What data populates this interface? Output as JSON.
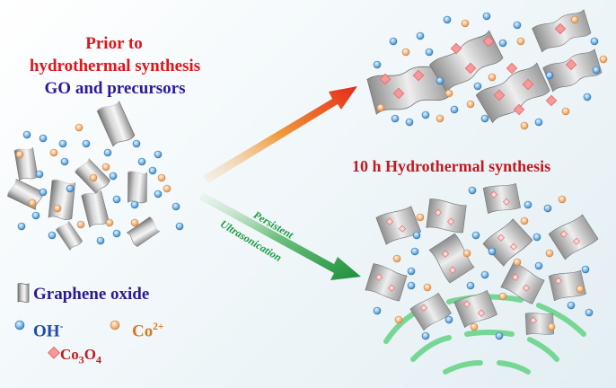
{
  "titles": {
    "prior_line1": "Prior to",
    "prior_line2": "hydrothermal synthesis",
    "prior_line3": "GO and precursors",
    "after": "10 h Hydrothermal synthesis"
  },
  "arrow_labels": {
    "persistent": "Persistent",
    "ultrasonication": "Ultrasonication"
  },
  "legend": {
    "graphene_oxide": "Graphene oxide",
    "oh_base": "OH",
    "oh_sup": "-",
    "co_base": "Co",
    "co_sup": "2+",
    "co3o4_a": "Co",
    "co3o4_sub1": "3",
    "co3o4_b": "O",
    "co3o4_sub2": "4"
  },
  "colors": {
    "oh_ion": "#5aa6dc",
    "co_ion": "#f2b27a",
    "co3o4_particle": "#f19a9a",
    "graphene_sheet": "#a6a6a6",
    "upper_arrow": "#e8341c",
    "lower_arrow": "#1f9a3e",
    "sonic_waves": "#6ad58a"
  }
}
